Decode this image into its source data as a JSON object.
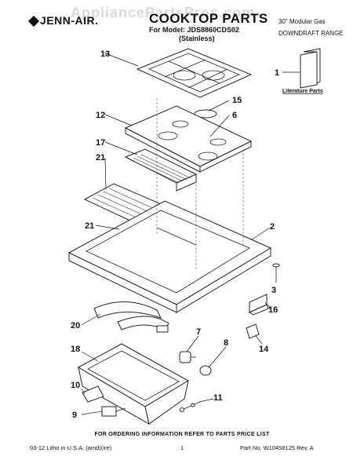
{
  "watermark": "AppliancePartsPros.com",
  "header": {
    "brand": "JENN-AIR.",
    "title": "COOKTOP PARTS",
    "model_line": "For Model: JDS8860CDS02",
    "variant": "(Stainless)",
    "spec": "30\" Modular Gas",
    "range": "DOWNDRAFT RANGE"
  },
  "literature": {
    "label": "Literature Parts"
  },
  "callouts": [
    "13",
    "15",
    "6",
    "12",
    "17",
    "21",
    "21",
    "2",
    "3",
    "16",
    "20",
    "7",
    "8",
    "14",
    "18",
    "10",
    "11",
    "9",
    "1"
  ],
  "footer": {
    "order_info": "FOR ORDERING INFORMATION REFER TO PARTS PRICE LIST",
    "left": "03-12  Litho in U.S.A. (amd)(ire)",
    "center": "1",
    "right": "Part No. W10458125 Rev. A"
  }
}
